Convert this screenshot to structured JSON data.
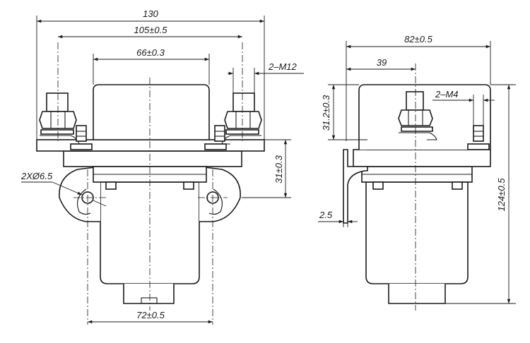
{
  "dimensions": {
    "front_overall_width": "130",
    "front_terminal_spacing": "105±0.5",
    "front_cover_width": "66±0.3",
    "front_terminal_thread": "2–M12",
    "front_bracket_height": "31±0.3",
    "front_mount_holes": "2XØ6.5",
    "front_hole_spacing": "72±0.5",
    "side_overall_width": "82±0.5",
    "side_center_offset": "39",
    "side_aux_thread": "2–M4",
    "side_top_height": "31.2±0.3",
    "side_overall_height": "124±0.5",
    "side_bracket_thickness": "2.5"
  }
}
